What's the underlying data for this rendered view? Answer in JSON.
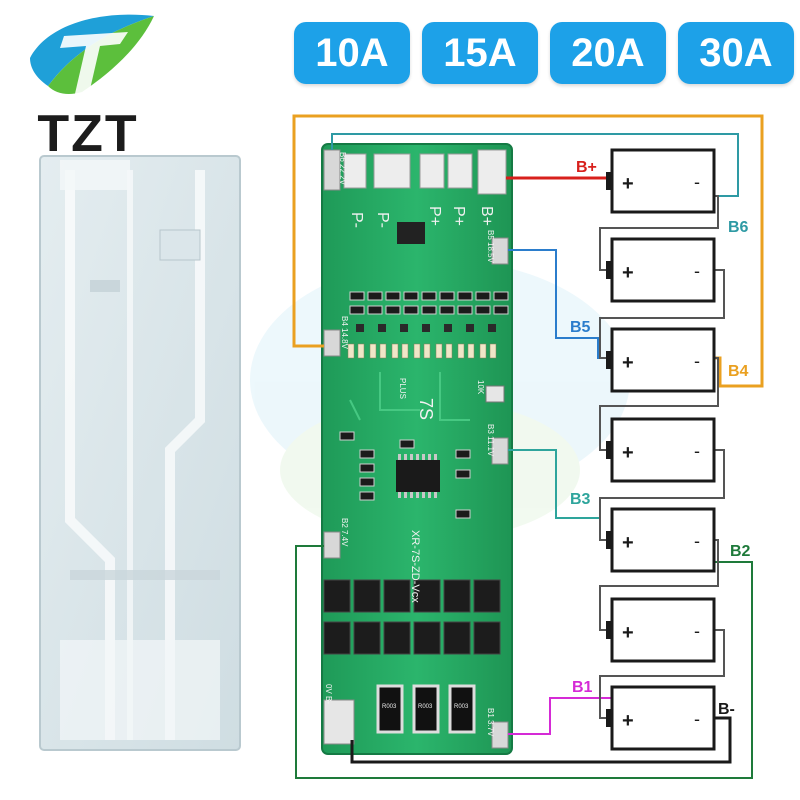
{
  "brand": {
    "logo_text": "TZT"
  },
  "badges": [
    "10A",
    "15A",
    "20A",
    "30A"
  ],
  "board": {
    "pads": [
      "B6 22.2V",
      "B5 18.5V",
      "B4 14.8V",
      "B3 11.1V",
      "B2 7.4V",
      "B1 3.7V",
      "0V B-"
    ],
    "silk": {
      "p_minus_1": "P-",
      "p_minus_2": "P-",
      "p_plus_1": "P+",
      "p_plus_2": "P+",
      "b_plus": "B+",
      "plus": "PLUS",
      "cells": "7S",
      "model": "XR-7S-ZD-Vcx",
      "resistor": "R003",
      "ntc": "10K"
    }
  },
  "wiring": {
    "labels": {
      "b_plus": "B+",
      "b6": "B6",
      "b5": "B5",
      "b4": "B4",
      "b3": "B3",
      "b2": "B2",
      "b1": "B1",
      "b_minus": "B-"
    },
    "colors": {
      "b_plus": "#d8201c",
      "b6": "#2e9aa4",
      "b5": "#2b7dcc",
      "b4": "#eaa020",
      "b3": "#2ea59c",
      "b2": "#1e7a3a",
      "b1": "#d52ad6",
      "b_minus": "#1a1a1a",
      "link": "#555555"
    },
    "cell_plus": "+",
    "cell_minus": "-",
    "cell_count": 7
  }
}
